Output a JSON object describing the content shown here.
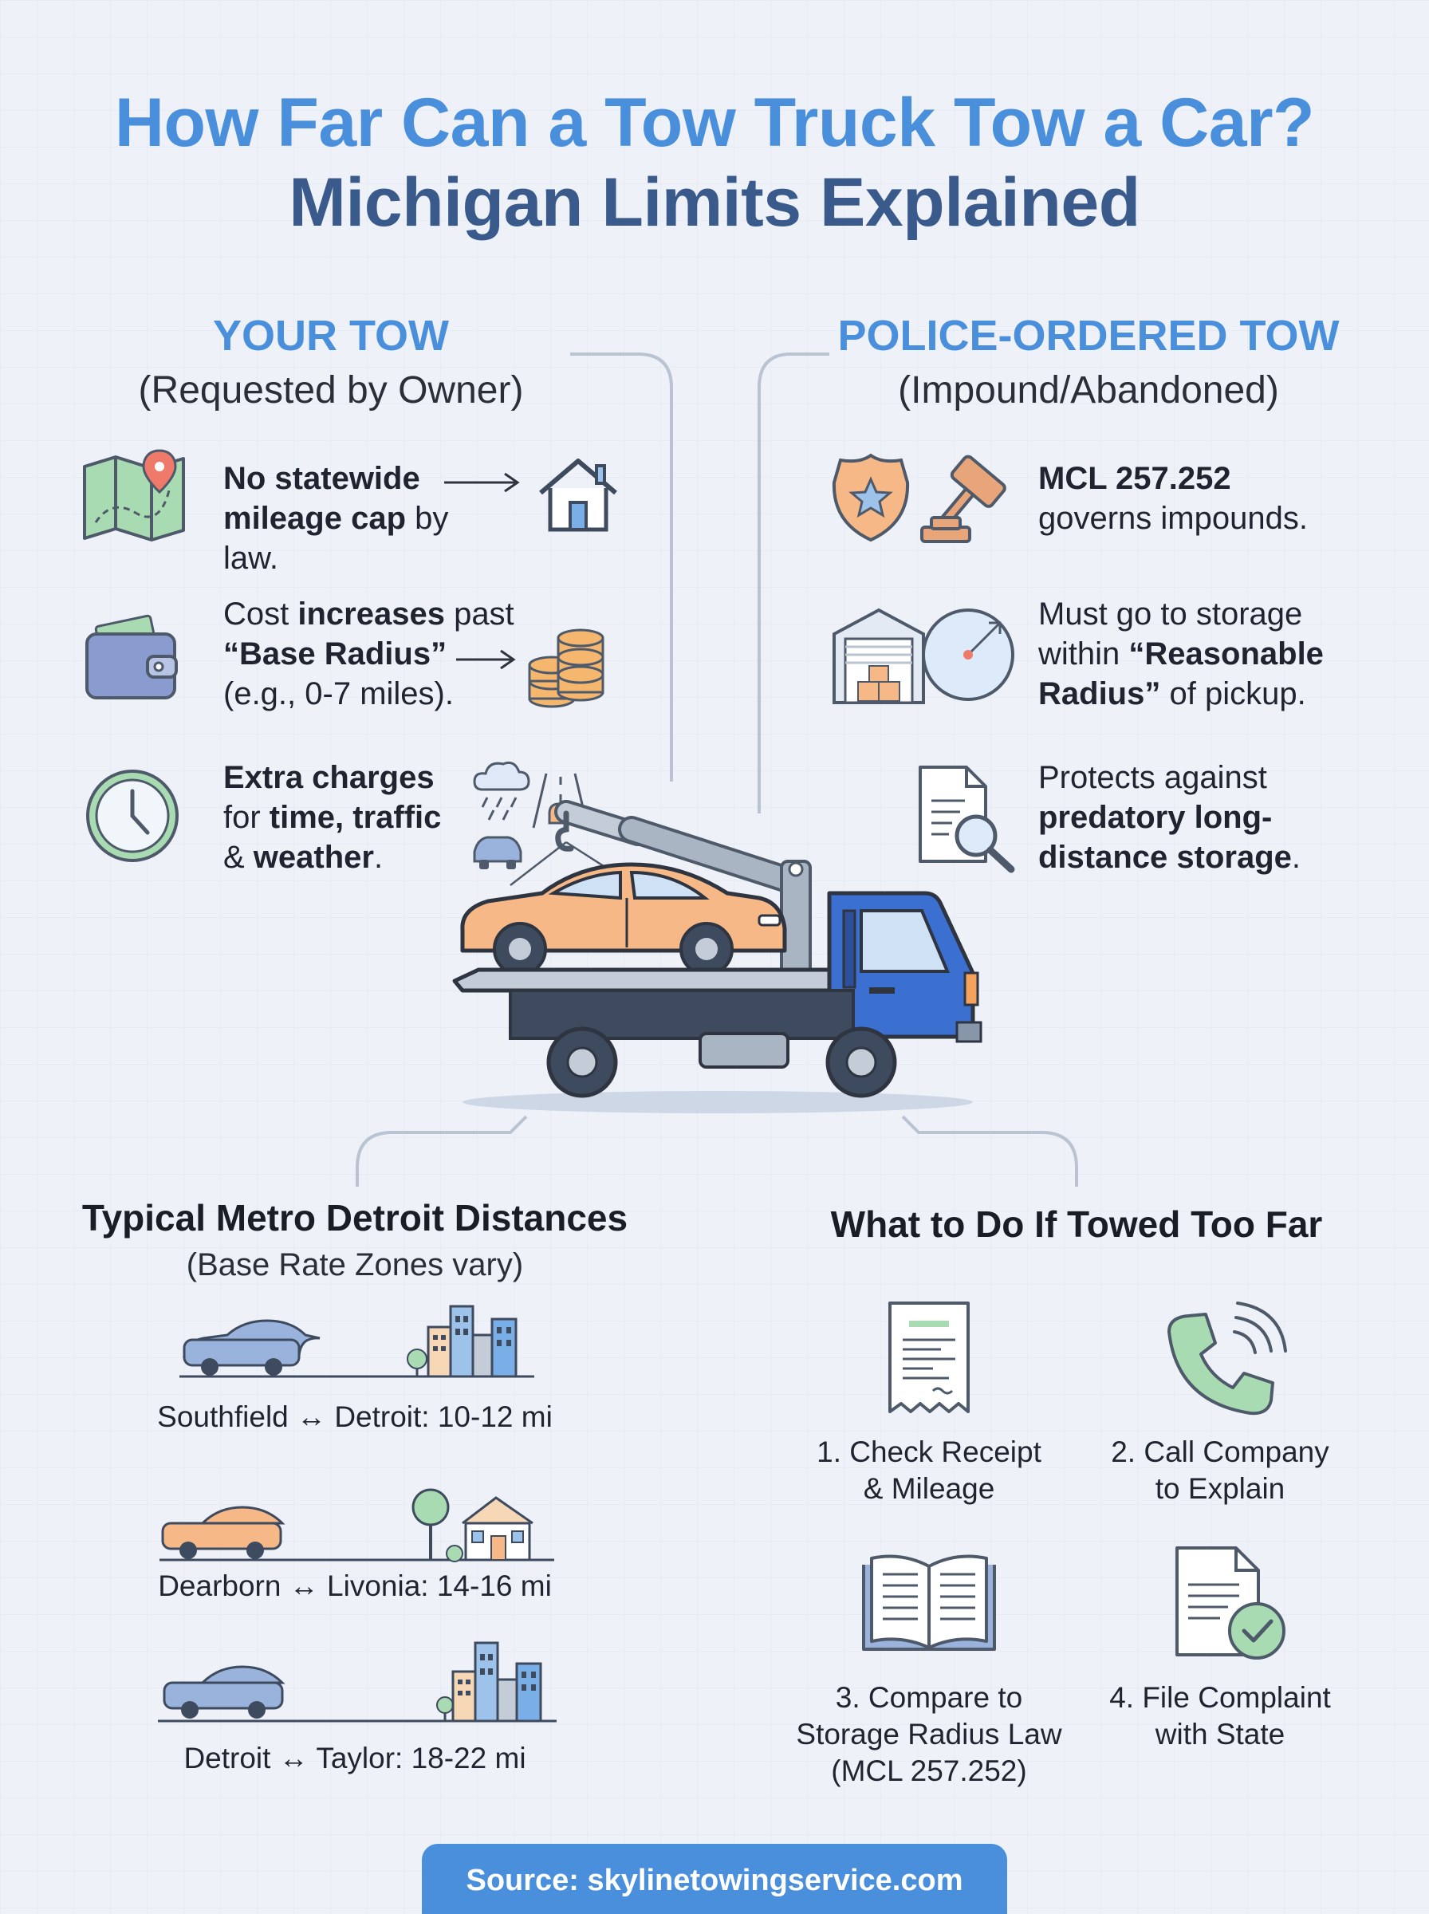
{
  "title": {
    "line1": "How Far Can a Tow Truck Tow a Car?",
    "line2": "Michigan Limits Explained"
  },
  "left_column": {
    "heading": "YOUR TOW",
    "subheading": "(Requested by Owner)",
    "items": [
      {
        "icon": "map-pin-icon",
        "bold1": "No statewide",
        "bold2": "mileage cap",
        "rest": " by law.",
        "right_icon": "house-icon"
      },
      {
        "icon": "wallet-icon",
        "pre": "Cost ",
        "bold1": "increases",
        "mid": " past",
        "bold2": "“Base Radius”",
        "line3": "(e.g., 0-7 miles).",
        "right_icon": "coins-icon"
      },
      {
        "icon": "clock-icon",
        "bold1": "Extra charges",
        "pre2": "for ",
        "bold2": "time, traffic",
        "pre3": "& ",
        "bold3": "weather",
        "end": ".",
        "right_icon": "weather-traffic-icon"
      }
    ]
  },
  "right_column": {
    "heading": "POLICE-ORDERED TOW",
    "subheading": "(Impound/Abandoned)",
    "items": [
      {
        "icon": "police-badge-gavel-icon",
        "bold1": "MCL 257.252",
        "rest": "governs impounds."
      },
      {
        "icon": "storage-radius-icon",
        "line1": "Must go to storage",
        "pre": "within ",
        "bold1": "“Reasonable",
        "bold2": "Radius”",
        "rest": " of pickup."
      },
      {
        "icon": "document-search-icon",
        "line1": "Protects against",
        "bold1": "predatory long-",
        "bold2": "distance storage",
        "end": "."
      }
    ]
  },
  "distances": {
    "title": "Typical Metro Detroit Distances",
    "subtitle": "(Base Rate Zones vary)",
    "routes": [
      {
        "from": "Southfield",
        "arrow": "↔",
        "to": "Detroit: 10-12 mi"
      },
      {
        "from": "Dearborn",
        "arrow": "↔",
        "to": "Livonia: 14-16 mi"
      },
      {
        "from": "Detroit",
        "arrow": "↔",
        "to": "Taylor: 18-22 mi"
      }
    ]
  },
  "steps": {
    "title": "What to Do If Towed Too Far",
    "items": [
      {
        "line1": "1. Check Receipt",
        "line2": "& Mileage",
        "icon": "receipt-icon"
      },
      {
        "line1": "2. Call Company",
        "line2": "to Explain",
        "icon": "phone-icon"
      },
      {
        "line1": "3. Compare to",
        "line2": "Storage Radius Law",
        "line3": "(MCL 257.252)",
        "icon": "book-icon"
      },
      {
        "line1": "4. File Complaint",
        "line2": "with State",
        "icon": "document-check-icon"
      }
    ]
  },
  "source": "Source: skylinetowingservice.com",
  "colors": {
    "accent_blue": "#4a8fdc",
    "navy": "#3a5a8c",
    "truck_blue": "#3b6fd0",
    "car_orange": "#f6b887",
    "green": "#8fcf9a",
    "background": "#eef2f8"
  }
}
